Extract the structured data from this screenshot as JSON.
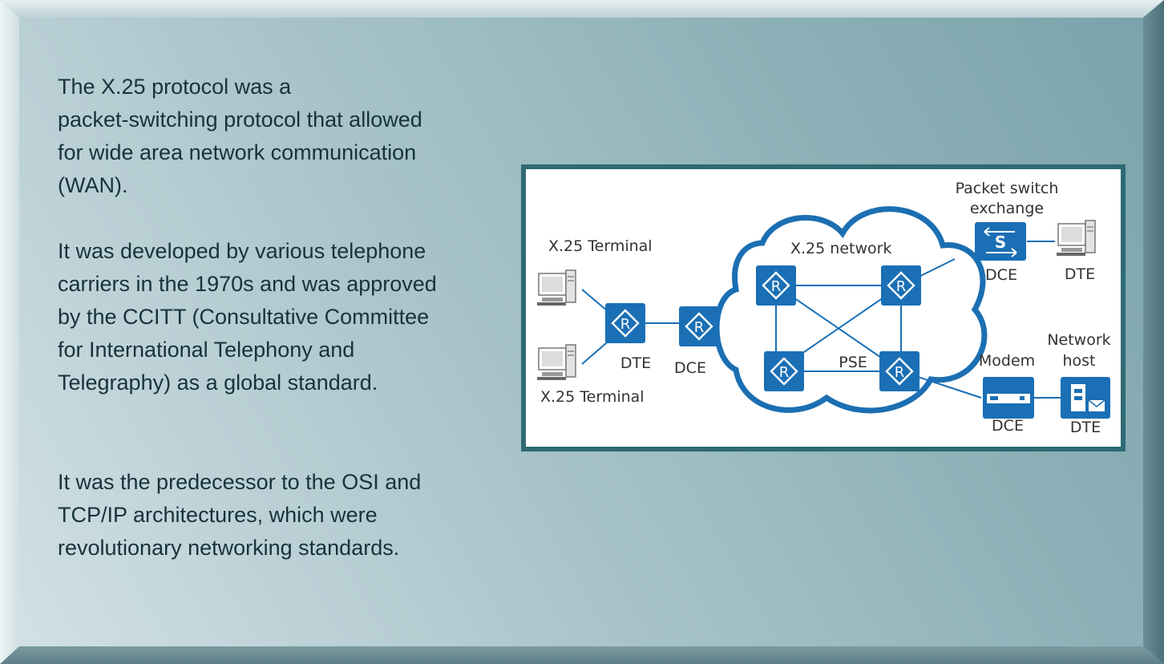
{
  "text": {
    "p1": "The X.25 protocol was a\npacket-switching protocol that allowed\nfor wide area network communication\n(WAN).",
    "p2": "It was developed by various telephone\ncarriers in the 1970s and was approved\nby the CCITT (Consultative Committee\nfor International Telephony  and\nTelegraphy)  as a global standard.",
    "p3": "It was the predecessor to the OSI and\nTCP/IP architectures, which were\nrevolutionary networking standards."
  },
  "diagram": {
    "terminal_top": "X.25 Terminal",
    "terminal_bottom": "X.25 Terminal",
    "dte_left": "DTE",
    "dce_left": "DCE",
    "network": "X.25 network",
    "pse": "PSE",
    "pse_line1": "Packet switch",
    "pse_line2": "exchange",
    "dce_switch": "DCE",
    "dte_pc": "DTE",
    "modem": "Modem",
    "dce_modem": "DCE",
    "host_line1": "Network",
    "host_line2": "host",
    "dte_host": "DTE",
    "router_glyph": "R",
    "switch_glyph": "S"
  },
  "colors": {
    "text": "#17323a",
    "device_blue": "#1a6fb5",
    "cloud_blue": "#1b6fb2",
    "frame": "#2f6b74"
  }
}
